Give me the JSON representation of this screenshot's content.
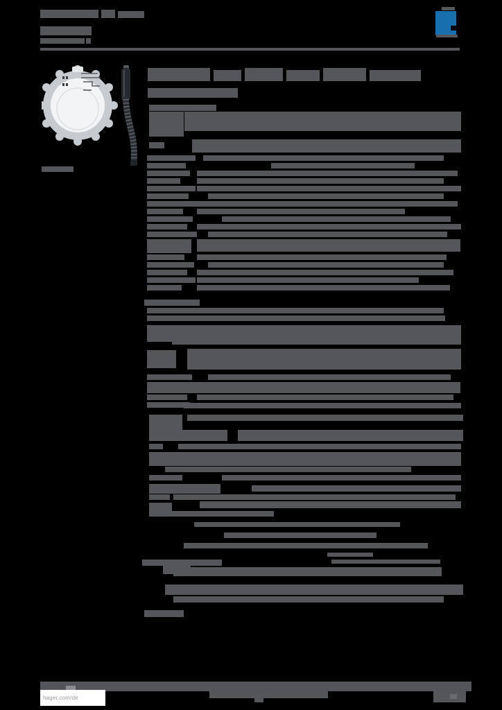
{
  "colors": {
    "page_bg": "#000000",
    "redaction": "#55565a",
    "band": "#54555a",
    "logo_blue": "#186fae",
    "white_box": "#ffffff",
    "footer_text": "#97999c",
    "ring_gray": "#c6cbcf",
    "plate_face": "#f2f4f5",
    "probe_dark": "#26292c"
  },
  "header": {
    "lines": [
      [
        58,
        14,
        84,
        12
      ],
      [
        146,
        14,
        20,
        12
      ],
      [
        170,
        16,
        38,
        10
      ],
      [
        58,
        38,
        74,
        13
      ],
      [
        58,
        55,
        64,
        8
      ],
      [
        124,
        55,
        7,
        8
      ]
    ]
  },
  "logo": {
    "label": "hager-logo",
    "text_bars": [
      [
        637,
        10,
        19,
        5
      ],
      [
        629,
        50,
        31,
        4
      ]
    ]
  },
  "product": {
    "image_label": "round-flush-mounted-device-with-remote-sensor-probe",
    "ref_bars": [
      [
        60,
        240,
        46,
        8
      ]
    ]
  },
  "title": {
    "segments": [
      [
        213,
        98,
        90,
        19
      ],
      [
        308,
        101,
        40,
        16
      ],
      [
        353,
        98,
        55,
        19
      ],
      [
        413,
        101,
        48,
        16
      ],
      [
        466,
        98,
        62,
        19
      ],
      [
        533,
        101,
        74,
        16
      ]
    ],
    "subtitle_bars": [
      [
        213,
        127,
        130,
        14
      ]
    ]
  },
  "content": {
    "bars": [
      [
        215,
        151,
        97,
        9
      ],
      [
        215,
        161,
        50,
        36
      ],
      [
        266,
        161,
        399,
        28
      ],
      [
        215,
        205,
        22,
        9
      ],
      [
        277,
        201,
        388,
        19
      ],
      [
        212,
        224,
        70,
        8
      ],
      [
        293,
        224,
        347,
        8
      ],
      [
        212,
        235,
        56,
        8
      ],
      [
        391,
        235,
        207,
        8
      ],
      [
        212,
        246,
        62,
        8
      ],
      [
        284,
        246,
        376,
        8
      ],
      [
        212,
        257,
        48,
        8
      ],
      [
        284,
        257,
        356,
        8
      ],
      [
        212,
        268,
        70,
        8
      ],
      [
        284,
        268,
        381,
        8
      ],
      [
        212,
        279,
        60,
        8
      ],
      [
        300,
        279,
        340,
        8
      ],
      [
        212,
        290,
        74,
        8
      ],
      [
        284,
        290,
        376,
        8
      ],
      [
        212,
        301,
        52,
        8
      ],
      [
        284,
        301,
        300,
        8
      ],
      [
        212,
        312,
        66,
        8
      ],
      [
        320,
        312,
        330,
        8
      ],
      [
        212,
        323,
        58,
        8
      ],
      [
        284,
        323,
        381,
        8
      ],
      [
        212,
        334,
        72,
        8
      ],
      [
        300,
        334,
        345,
        8
      ],
      [
        212,
        345,
        64,
        20
      ],
      [
        284,
        345,
        380,
        18
      ],
      [
        212,
        367,
        54,
        8
      ],
      [
        284,
        367,
        360,
        8
      ],
      [
        212,
        378,
        68,
        8
      ],
      [
        300,
        378,
        340,
        8
      ],
      [
        212,
        389,
        58,
        8
      ],
      [
        284,
        389,
        370,
        8
      ],
      [
        212,
        400,
        70,
        8
      ],
      [
        284,
        400,
        320,
        8
      ],
      [
        212,
        411,
        50,
        8
      ],
      [
        284,
        411,
        365,
        8
      ],
      [
        208,
        432,
        80,
        9
      ],
      [
        212,
        444,
        66,
        8
      ],
      [
        248,
        444,
        392,
        8
      ],
      [
        212,
        455,
        40,
        8
      ],
      [
        250,
        455,
        392,
        8
      ],
      [
        212,
        469,
        52,
        24
      ],
      [
        248,
        469,
        417,
        28
      ],
      [
        212,
        505,
        42,
        26
      ],
      [
        270,
        503,
        395,
        30
      ],
      [
        212,
        540,
        65,
        8
      ],
      [
        300,
        540,
        350,
        8
      ],
      [
        212,
        551,
        75,
        16
      ],
      [
        284,
        551,
        380,
        16
      ],
      [
        212,
        569,
        58,
        8
      ],
      [
        284,
        569,
        370,
        8
      ],
      [
        212,
        580,
        62,
        8
      ],
      [
        265,
        581,
        400,
        8
      ],
      [
        215,
        598,
        48,
        24
      ],
      [
        270,
        598,
        398,
        9
      ],
      [
        215,
        620,
        113,
        16
      ],
      [
        343,
        620,
        325,
        16
      ],
      [
        215,
        640,
        20,
        8
      ],
      [
        257,
        640,
        408,
        8
      ],
      [
        215,
        652,
        450,
        20
      ],
      [
        238,
        673,
        355,
        8
      ],
      [
        215,
        685,
        48,
        8
      ],
      [
        320,
        685,
        345,
        8
      ],
      [
        215,
        698,
        103,
        14
      ],
      [
        363,
        700,
        302,
        9
      ],
      [
        215,
        713,
        30,
        8
      ],
      [
        250,
        713,
        407,
        8
      ],
      [
        215,
        725,
        33,
        20
      ],
      [
        288,
        723,
        377,
        10
      ],
      [
        248,
        737,
        147,
        8
      ],
      [
        280,
        753,
        297,
        7
      ],
      [
        323,
        768,
        220,
        8
      ],
      [
        265,
        783,
        352,
        8
      ],
      [
        472,
        797,
        66,
        6
      ],
      [
        205,
        807,
        115,
        9
      ],
      [
        478,
        807,
        157,
        6
      ],
      [
        235,
        815,
        40,
        13
      ],
      [
        250,
        818,
        387,
        13
      ],
      [
        238,
        843,
        430,
        15
      ],
      [
        250,
        860,
        390,
        9
      ],
      [
        208,
        880,
        57,
        10
      ]
    ]
  },
  "footer": {
    "site_label": "hager.com/de",
    "center_bars": [
      [
        302,
        997,
        171,
        10
      ],
      [
        367,
        1007,
        13,
        6
      ]
    ]
  }
}
